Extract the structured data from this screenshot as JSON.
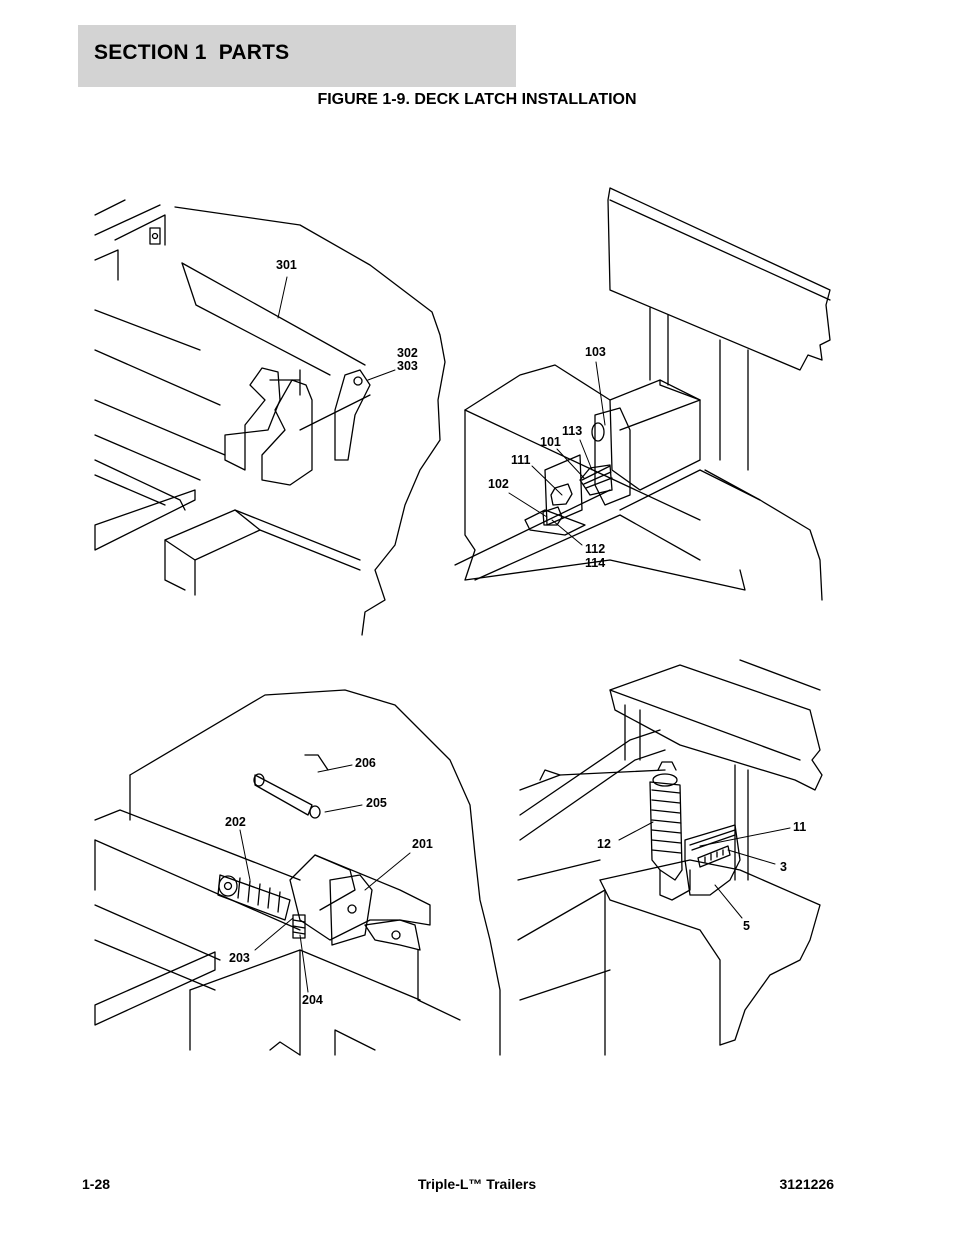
{
  "header": {
    "section": "SECTION 1  PARTS"
  },
  "figure": {
    "title": "FIGURE 1-9. DECK LATCH INSTALLATION"
  },
  "callouts": {
    "c301": "301",
    "c302": "302",
    "c303": "303",
    "c103": "103",
    "c113": "113",
    "c101": "101",
    "c111": "111",
    "c102": "102",
    "c112": "112",
    "c114": "114",
    "c206": "206",
    "c205": "205",
    "c202": "202",
    "c201": "201",
    "c203": "203",
    "c204": "204",
    "c11": "11",
    "c12": "12",
    "c3": "3",
    "c5": "5"
  },
  "footer": {
    "page": "1-28",
    "product": "Triple-L™ Trailers",
    "docnum": "3121226"
  }
}
